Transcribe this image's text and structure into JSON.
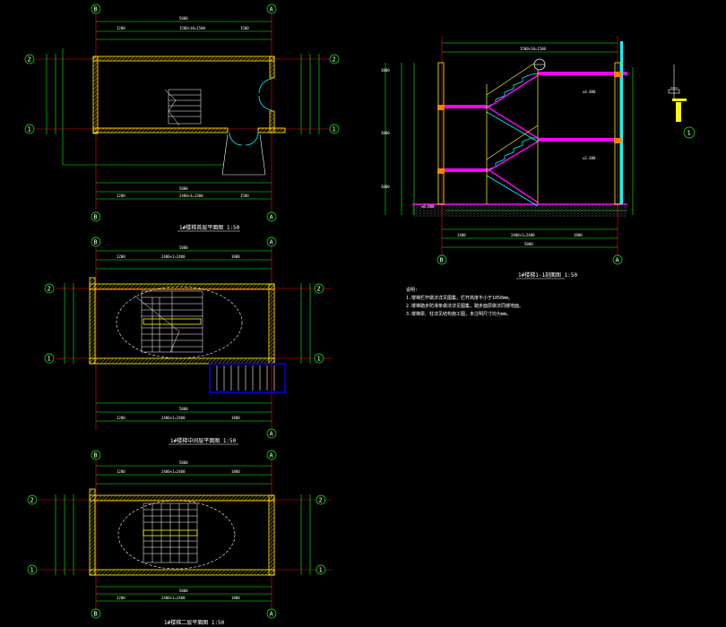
{
  "drawing": {
    "background_color": "#000000",
    "colors": {
      "wall": "#ffff00",
      "dimension": "#00ff00",
      "axis": "#ff0000",
      "text": "#ffffff",
      "door": "#00ffff",
      "section_fill": "#ff00ff",
      "ground": "#808080",
      "canopy": "#0000ff"
    },
    "grid_labels": {
      "axis_b": "B",
      "axis_a": "A",
      "axis_1": "1",
      "axis_2": "2",
      "detail_mark": "1"
    },
    "views": {
      "plan_ground": {
        "title": "1#楼梯首层平面图 1:50"
      },
      "plan_middle": {
        "title": "1#楼梯中间层平面图 1:50"
      },
      "plan_top": {
        "title": "1#楼梯二层平面图 1:50"
      },
      "section": {
        "title": "1#楼梯1-1剖面图 1:50"
      }
    },
    "notes": {
      "heading": "说明:",
      "lines": [
        "1.楼梯栏杆做法详见图集，栏杆高度不小于1050mm。",
        "2.楼梯踏步防滑条做法详见图集，踏步面层做法同楼地面。",
        "3.楼梯梁、柱详见结构施工图，未注明尺寸均为mm。"
      ]
    }
  }
}
